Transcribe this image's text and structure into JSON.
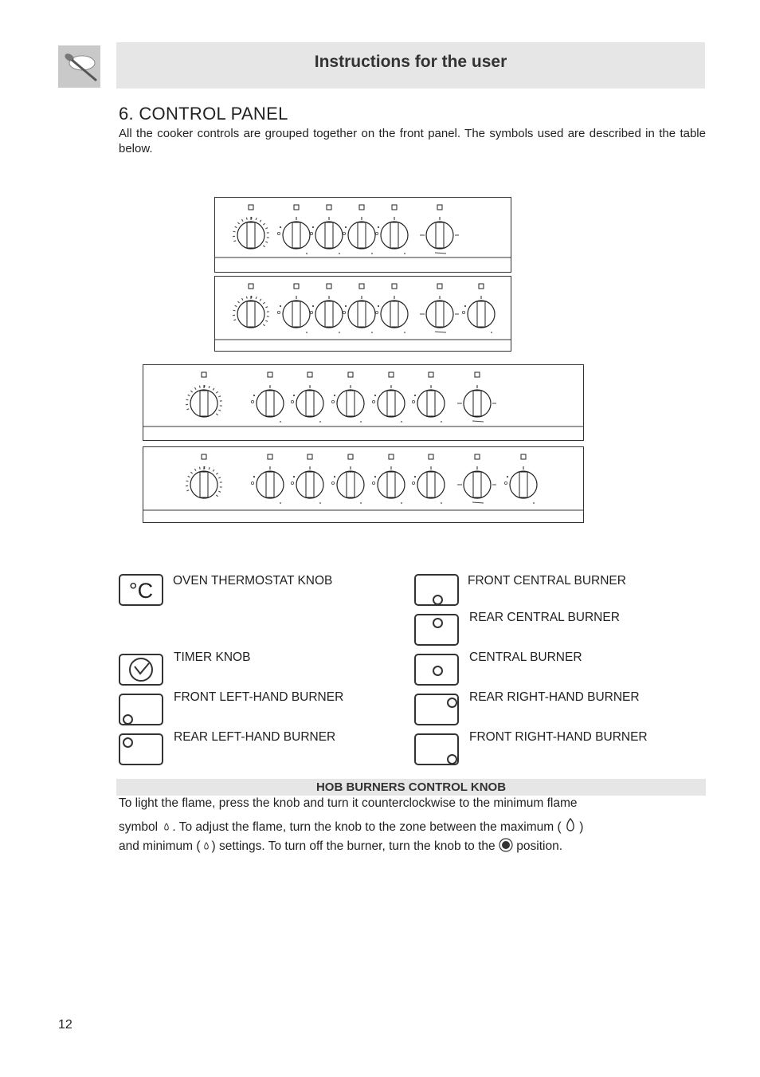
{
  "header": {
    "title": "Instructions for the user",
    "logo_icon": "spoon-chef-hat-icon"
  },
  "section": {
    "title": "6. CONTROL PANEL",
    "intro": "All the cooker controls are grouped together on the front panel. The symbols used are described in the table below."
  },
  "legend": {
    "oven_thermostat": {
      "symbol": "°C",
      "label": "OVEN THERMOSTAT KNOB"
    },
    "timer": {
      "label": "TIMER KNOB",
      "icon": "clock-icon"
    },
    "front_left": {
      "label": "FRONT LEFT-HAND BURNER"
    },
    "rear_left": {
      "label": "REAR LEFT-HAND BURNER"
    },
    "front_central": {
      "label": "FRONT CENTRAL BURNER"
    },
    "rear_central": {
      "label": "REAR CENTRAL BURNER"
    },
    "central": {
      "label": "CENTRAL BURNER"
    },
    "rear_right": {
      "label": "REAR RIGHT-HAND BURNER"
    },
    "front_right": {
      "label": "FRONT RIGHT-HAND BURNER"
    }
  },
  "hob": {
    "title": "HOB BURNERS CONTROL KNOB",
    "line1": "To light the flame, press the knob and turn it counterclockwise to the minimum flame",
    "line2_a": "symbol",
    "line2_b": ". To adjust the flame, turn the knob to the zone between the maximum (",
    "line2_c": ")",
    "line3_a": "and minimum (",
    "line3_b": ") settings. To turn off the burner, turn the knob to the",
    "line3_c": "position."
  },
  "page_number": "12"
}
